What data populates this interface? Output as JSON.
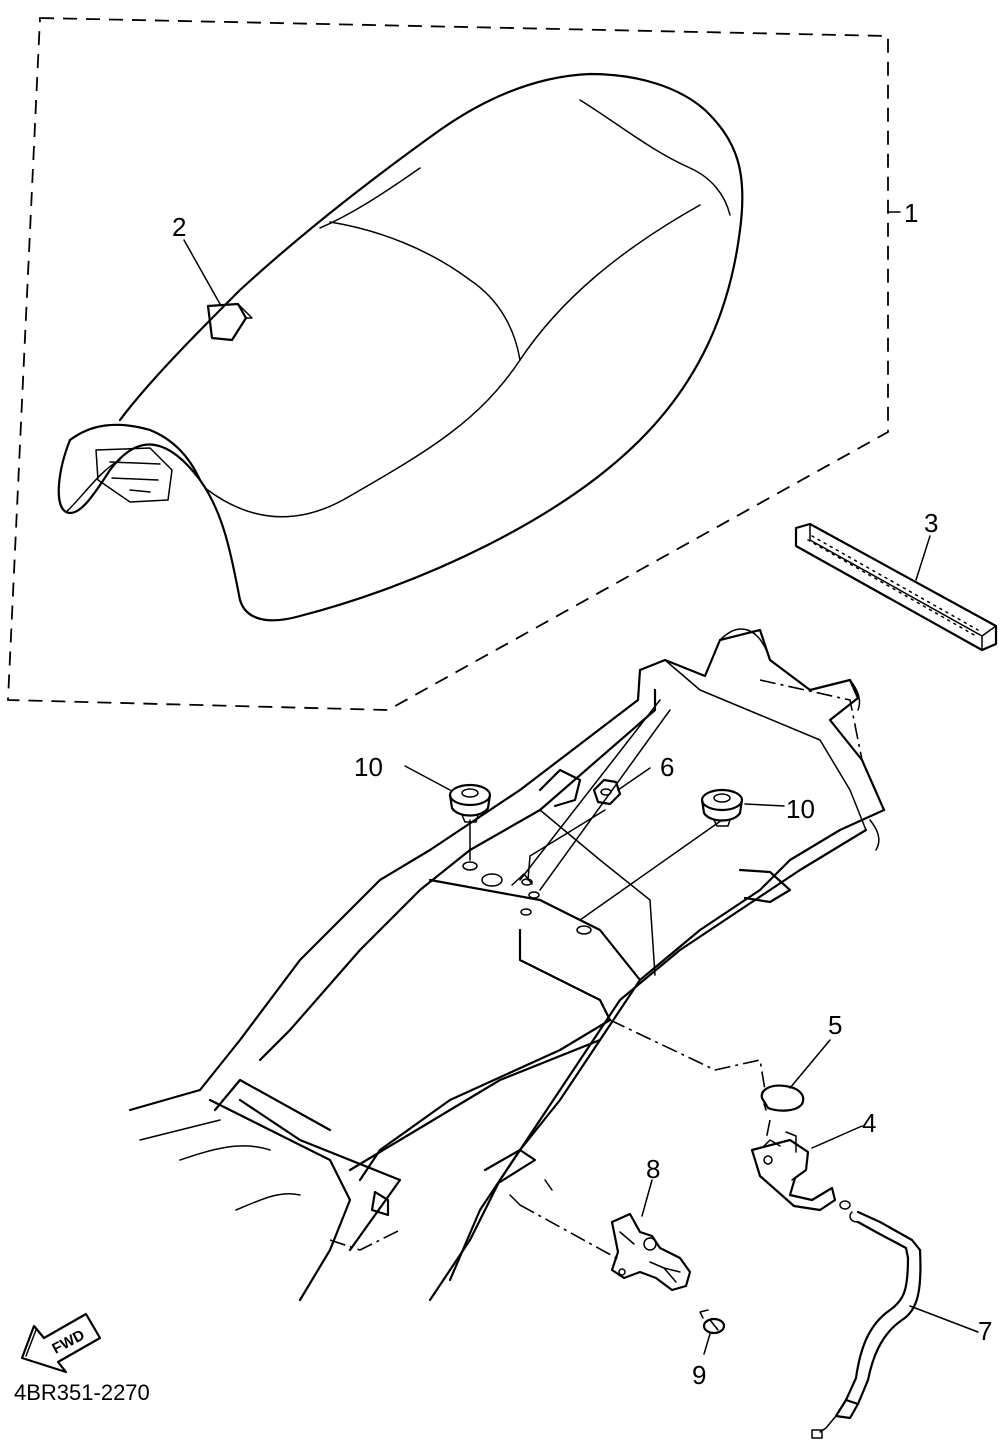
{
  "diagram_code": "4BR351-2270",
  "fwd_label": "FWD",
  "callouts": {
    "c1": "1",
    "c2": "2",
    "c3": "3",
    "c4": "4",
    "c5": "5",
    "c6": "6",
    "c7": "7",
    "c8": "8",
    "c9": "9",
    "c10a": "10",
    "c10b": "10"
  }
}
